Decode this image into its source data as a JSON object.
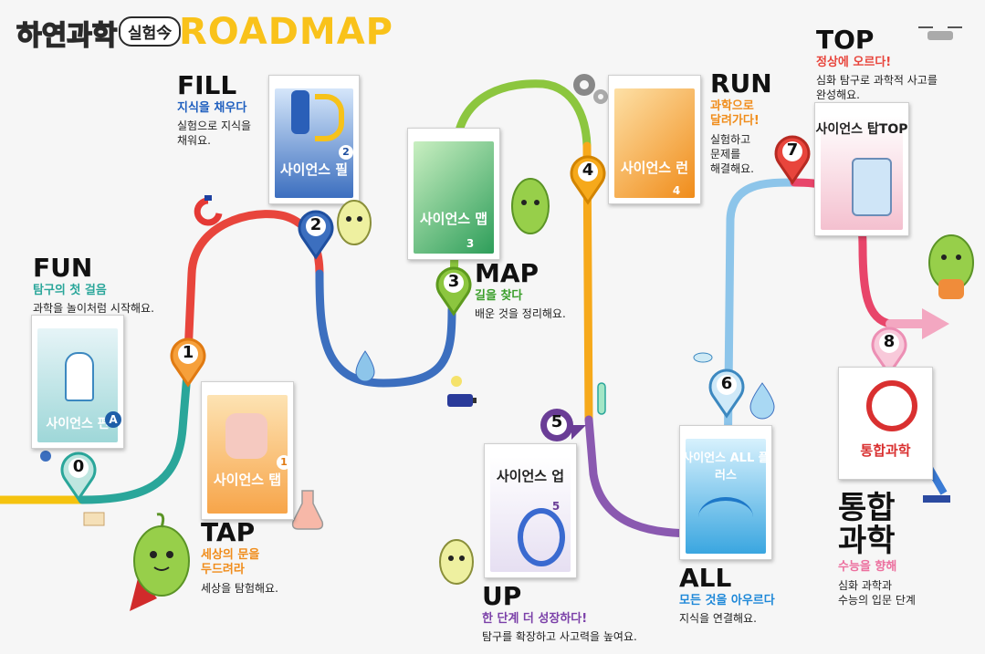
{
  "header": {
    "brand": "하연과학",
    "badge": "실험今",
    "title": "ROADMAP"
  },
  "colors": {
    "yellow": "#f5c30f",
    "teal": "#2aa69a",
    "red": "#e8453c",
    "blue": "#3c6fbf",
    "green": "#8cc63f",
    "orange": "#f6a91b",
    "purple": "#8a59b0",
    "lightblue": "#8dc5ea",
    "pink": "#f3a7c1"
  },
  "stations": [
    {
      "num": "0",
      "name": "FUN",
      "sub": "탐구의 첫 걸음",
      "desc": "과학을 놀이처럼 시작해요.",
      "book": "사이언스 펀",
      "book_badge": "A"
    },
    {
      "num": "1",
      "name": "TAP",
      "sub": "세상의 문을\n두드려라",
      "desc": "세상을 탐험해요.",
      "book": "사이언스 탭",
      "book_badge": "1"
    },
    {
      "num": "2",
      "name": "FILL",
      "sub": "지식을 채우다",
      "desc": "실험으로 지식을\n채워요.",
      "book": "사이언스 필",
      "book_badge": "2"
    },
    {
      "num": "3",
      "name": "MAP",
      "sub": "길을 찾다",
      "desc": "배운 것을 정리해요.",
      "book": "사이언스 맵",
      "book_badge": "3"
    },
    {
      "num": "4",
      "name": "RUN",
      "sub": "과학으로\n달려가다!",
      "desc": "실험하고\n문제를\n해결해요.",
      "book": "사이언스 런",
      "book_badge": "4"
    },
    {
      "num": "5",
      "name": "UP",
      "sub": "한 단계 더 성장하다!",
      "desc": "탐구를 확장하고 사고력을 높여요.",
      "book": "사이언스 업",
      "book_badge": "5"
    },
    {
      "num": "6",
      "name": "ALL",
      "sub": "모든 것을 아우르다",
      "desc": "지식을 연결해요.",
      "book": "사이언스 ALL 플러스",
      "book_badge": ""
    },
    {
      "num": "7",
      "name": "TOP",
      "sub": "정상에 오르다!",
      "desc": "심화 탐구로 과학적 사고를\n완성해요.",
      "book": "사이언스 탑TOP",
      "book_badge": ""
    },
    {
      "num": "8",
      "name": "통합\n과학",
      "sub": "수능을 향해",
      "desc": "심화 과학과\n수능의 입문 단계",
      "book": "통합과학",
      "book_badge": ""
    }
  ]
}
